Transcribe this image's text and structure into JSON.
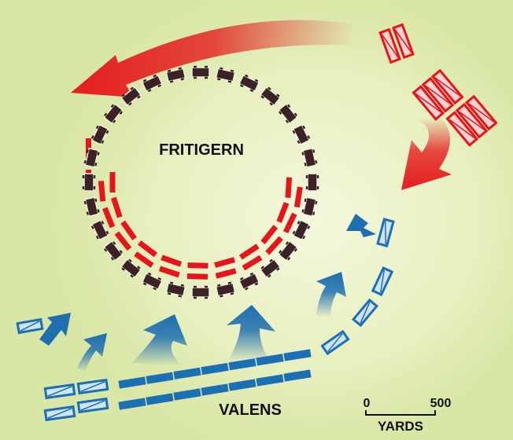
{
  "labels": {
    "fritigern": "FRITIGERN",
    "valens": "VALENS"
  },
  "scale": {
    "start": "0",
    "end": "500",
    "unit": "YARDS"
  },
  "colors": {
    "background": "#d9e7a6",
    "highlight": "#f2f6d2",
    "wagon_fill": "#3a2226",
    "gothic_red": "#e8141c",
    "roman_blue": "#1b6fb5",
    "arrow_red": "#e41e1e",
    "arrow_blue": "#1f6fb0"
  },
  "icons": [
    "wagon-laager",
    "gothic-infantry",
    "gothic-cavalry",
    "roman-infantry",
    "roman-cavalry",
    "attack-arrow"
  ]
}
